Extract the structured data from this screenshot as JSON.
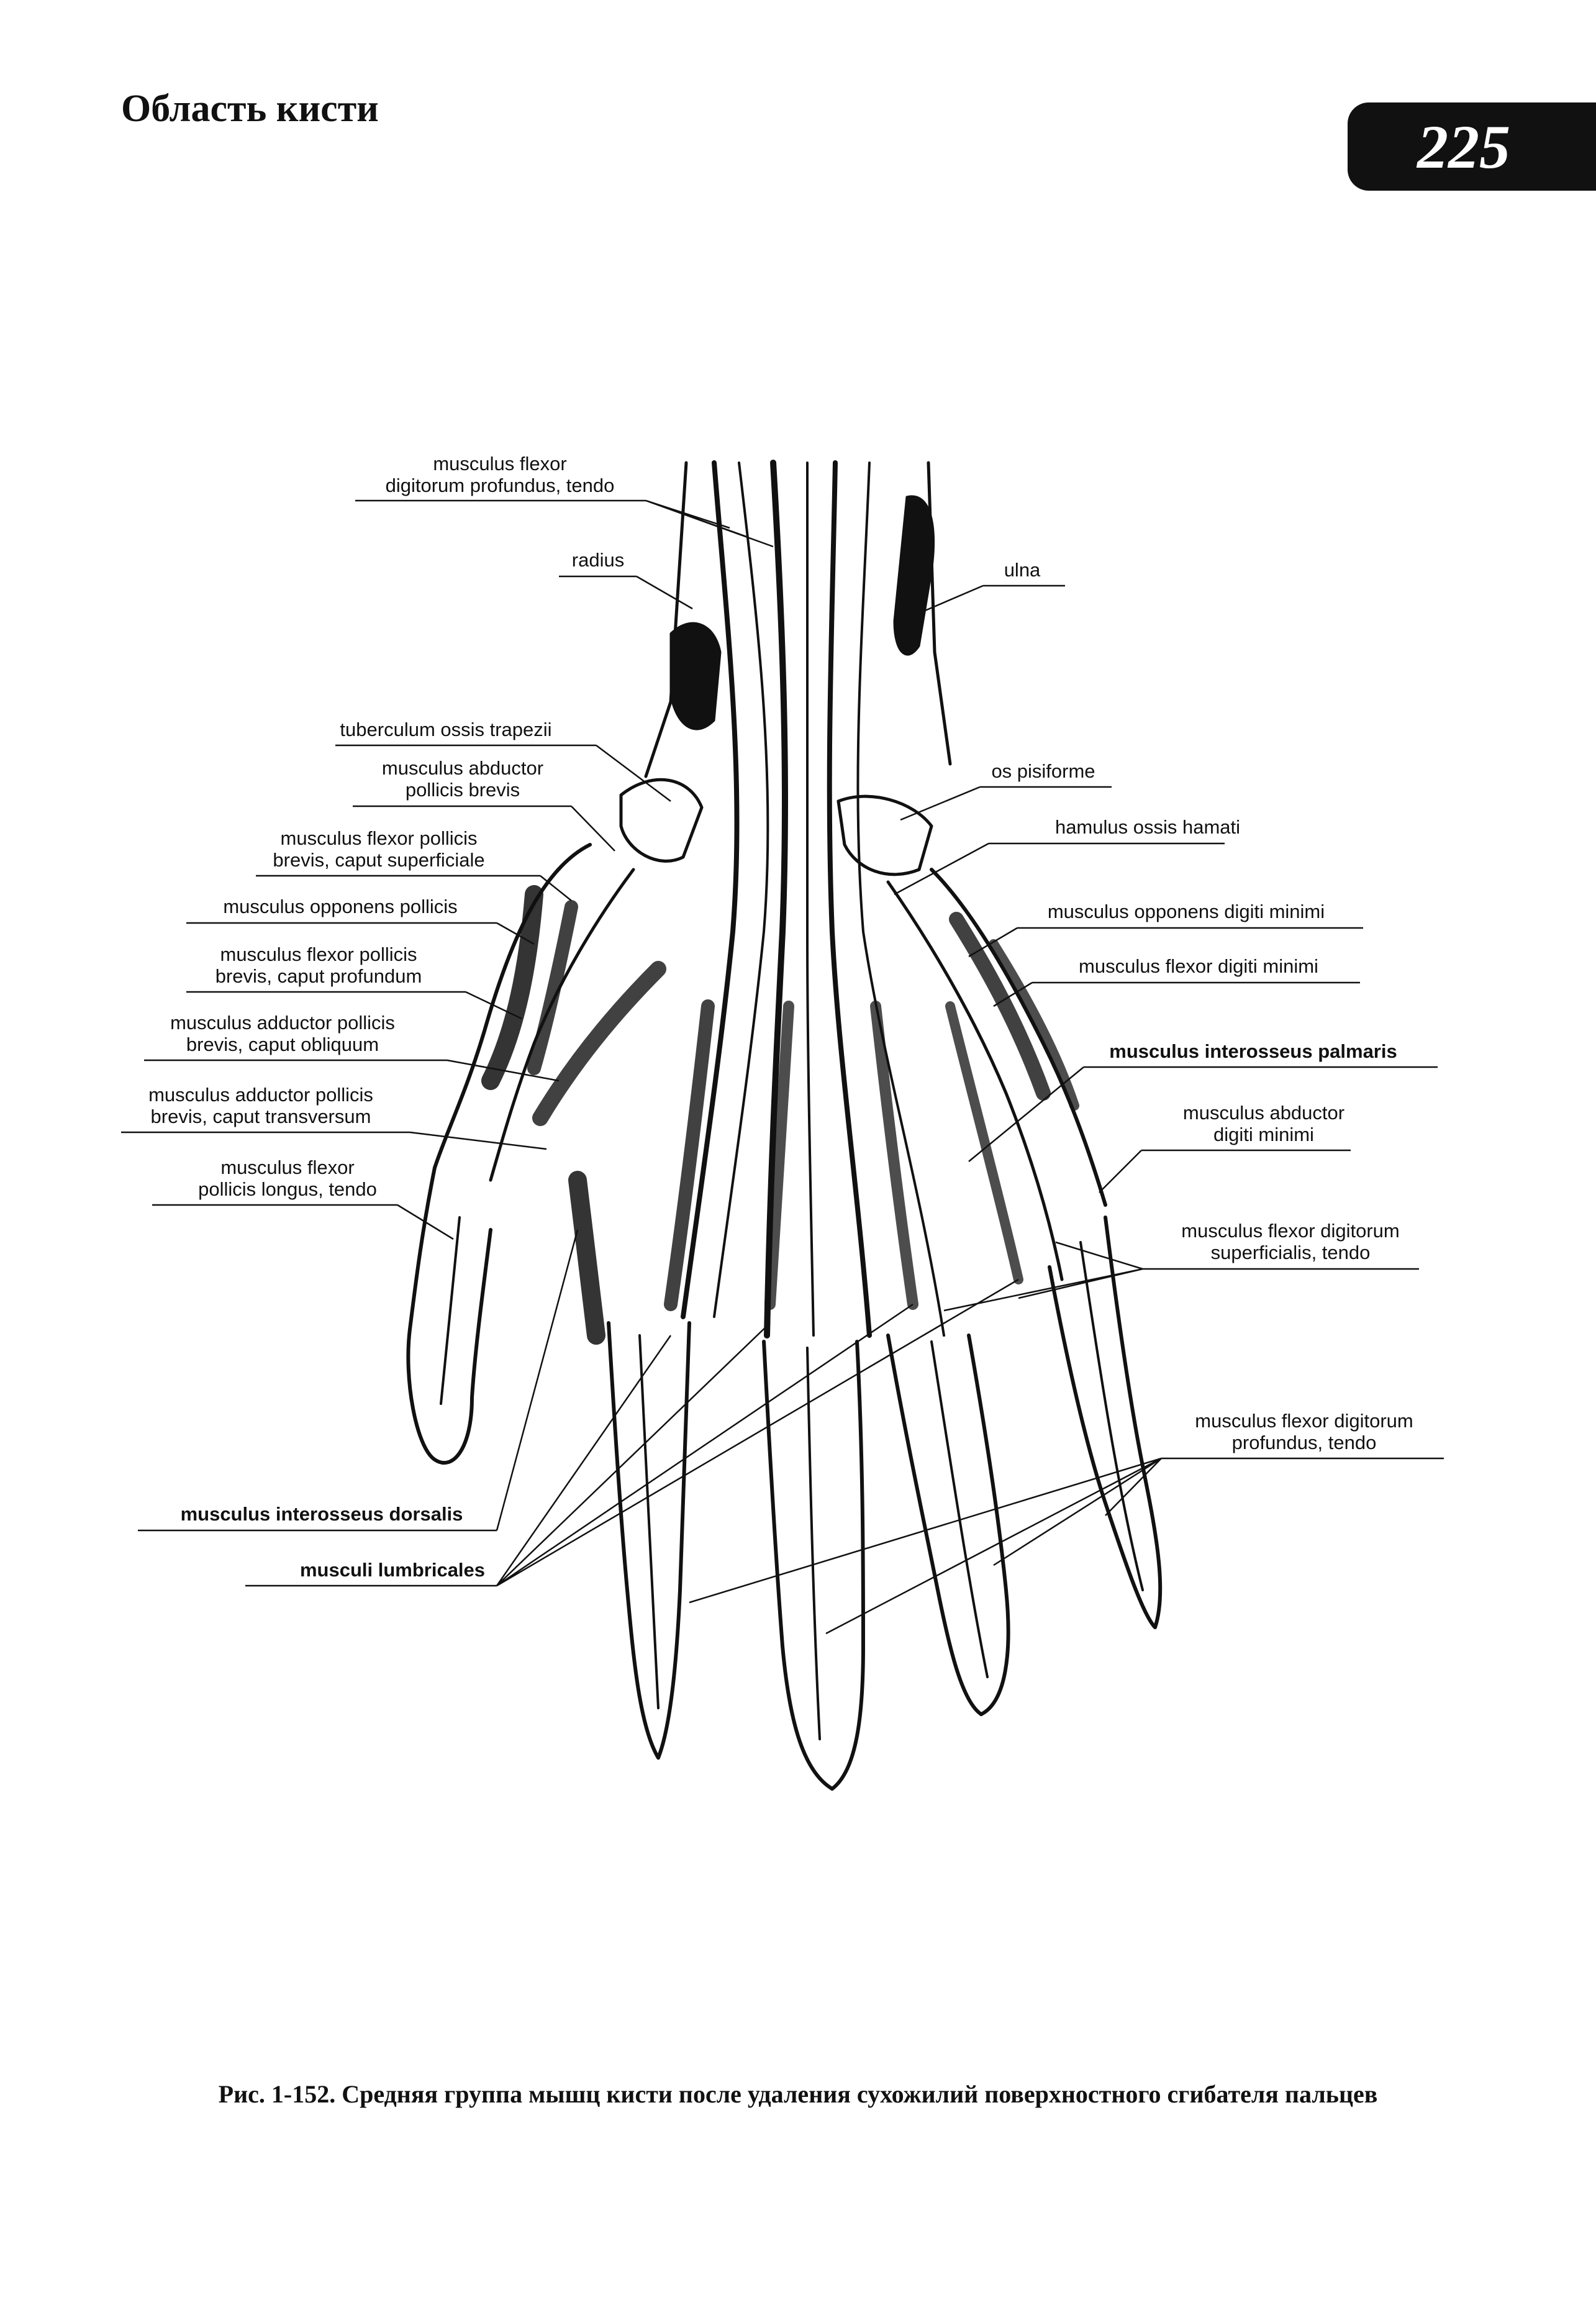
{
  "header": {
    "title": "Область кисти",
    "page_number": "225"
  },
  "figure": {
    "labels": {
      "fdp_tendo_top_1": "musculus flexor",
      "fdp_tendo_top_2": "digitorum profundus, tendo",
      "radius": "radius",
      "ulna": "ulna",
      "tuberculum": "tuberculum ossis trapezii",
      "apb_1": "musculus abductor",
      "apb_2": "pollicis brevis",
      "os_pisiforme": "os pisiforme",
      "fpb_sup_1": "musculus flexor pollicis",
      "fpb_sup_2": "brevis, caput superficiale",
      "hamulus": "hamulus ossis hamati",
      "opp_pollicis": "musculus opponens pollicis",
      "opp_digiti": "musculus opponens digiti minimi",
      "fpb_prof_1": "musculus flexor pollicis",
      "fpb_prof_2": "brevis, caput profundum",
      "flexor_dm": "musculus flexor digiti minimi",
      "add_obl_1": "musculus adductor pollicis",
      "add_obl_2": "brevis, caput obliquum",
      "inter_palmaris": "musculus interosseus palmaris",
      "add_trans_1": "musculus adductor pollicis",
      "add_trans_2": "brevis, caput transversum",
      "abd_dm_1": "musculus abductor",
      "abd_dm_2": "digiti minimi",
      "fpl_1": "musculus flexor",
      "fpl_2": "pollicis longus, tendo",
      "fds_1": "musculus flexor digitorum",
      "fds_2": "superficialis, tendo",
      "fdp_low_1": "musculus flexor digitorum",
      "fdp_low_2": "profundus, tendo",
      "inter_dorsalis": "musculus interosseus dorsalis",
      "lumbricales": "musculi lumbricales"
    }
  },
  "caption": "Рис. 1-152. Средняя группа мышц кисти после удаления сухожилий поверхностного сгибателя пальцев"
}
